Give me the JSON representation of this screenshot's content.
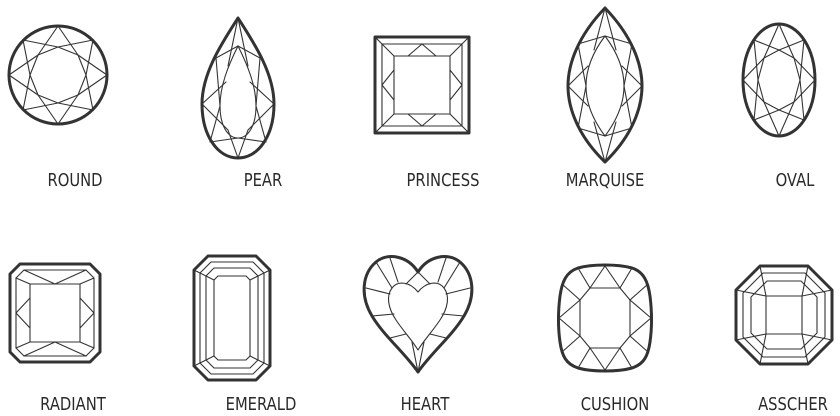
{
  "shapes": [
    {
      "id": "round",
      "label": "ROUND",
      "icon": "round-cut-icon"
    },
    {
      "id": "pear",
      "label": "PEAR",
      "icon": "pear-cut-icon"
    },
    {
      "id": "princess",
      "label": "PRINCESS",
      "icon": "princess-cut-icon"
    },
    {
      "id": "marquise",
      "label": "MARQUISE",
      "icon": "marquise-cut-icon"
    },
    {
      "id": "oval",
      "label": "OVAL",
      "icon": "oval-cut-icon"
    },
    {
      "id": "radiant",
      "label": "RADIANT",
      "icon": "radiant-cut-icon"
    },
    {
      "id": "emerald",
      "label": "EMERALD",
      "icon": "emerald-cut-icon"
    },
    {
      "id": "heart",
      "label": "HEART",
      "icon": "heart-cut-icon"
    },
    {
      "id": "cushion",
      "label": "CUSHION",
      "icon": "cushion-cut-icon"
    },
    {
      "id": "asscher",
      "label": "ASSCHER",
      "icon": "asscher-cut-icon"
    }
  ],
  "colors": {
    "line": "#333333",
    "text": "#2a2a2a",
    "background": "#ffffff"
  }
}
